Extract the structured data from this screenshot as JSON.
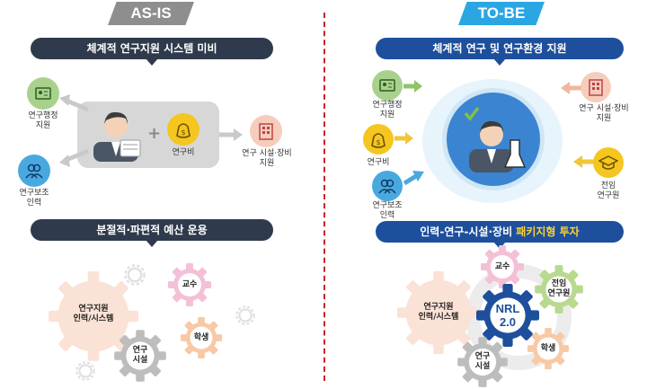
{
  "asis": {
    "tag": "AS-IS",
    "top_title": "체계적 연구지원 시스템 미비",
    "admin_label": "연구행정\n지원",
    "staff_label": "연구보조\n인력",
    "fund_label": "연구비",
    "facility_label": "연구 시설·장비\n지원",
    "bottom_title": "분절적·파편적 예산 운용",
    "gear_system": "연구지원\n인력/시스템",
    "gear_professor": "교수",
    "gear_student": "학생",
    "gear_facility": "연구\n시설"
  },
  "tobe": {
    "tag": "TO-BE",
    "top_title": "체계적 연구 및 연구환경 지원",
    "admin_label": "연구행정\n지원",
    "fund_label": "연구비",
    "staff_label": "연구보조\n인력",
    "facility_label": "연구 시설·장비\n지원",
    "fulltime_label": "전임\n연구원",
    "bottom_title_prefix": "인력-연구-시설·장비 ",
    "bottom_title_highlight": "패키지형 투자",
    "gear_system": "연구지원\n인력/시스템",
    "gear_professor": "교수",
    "gear_fulltime": "전임\n연구원",
    "gear_nrl": "NRL\n2.0",
    "gear_student": "학생",
    "gear_facility": "연구\n시설"
  }
}
